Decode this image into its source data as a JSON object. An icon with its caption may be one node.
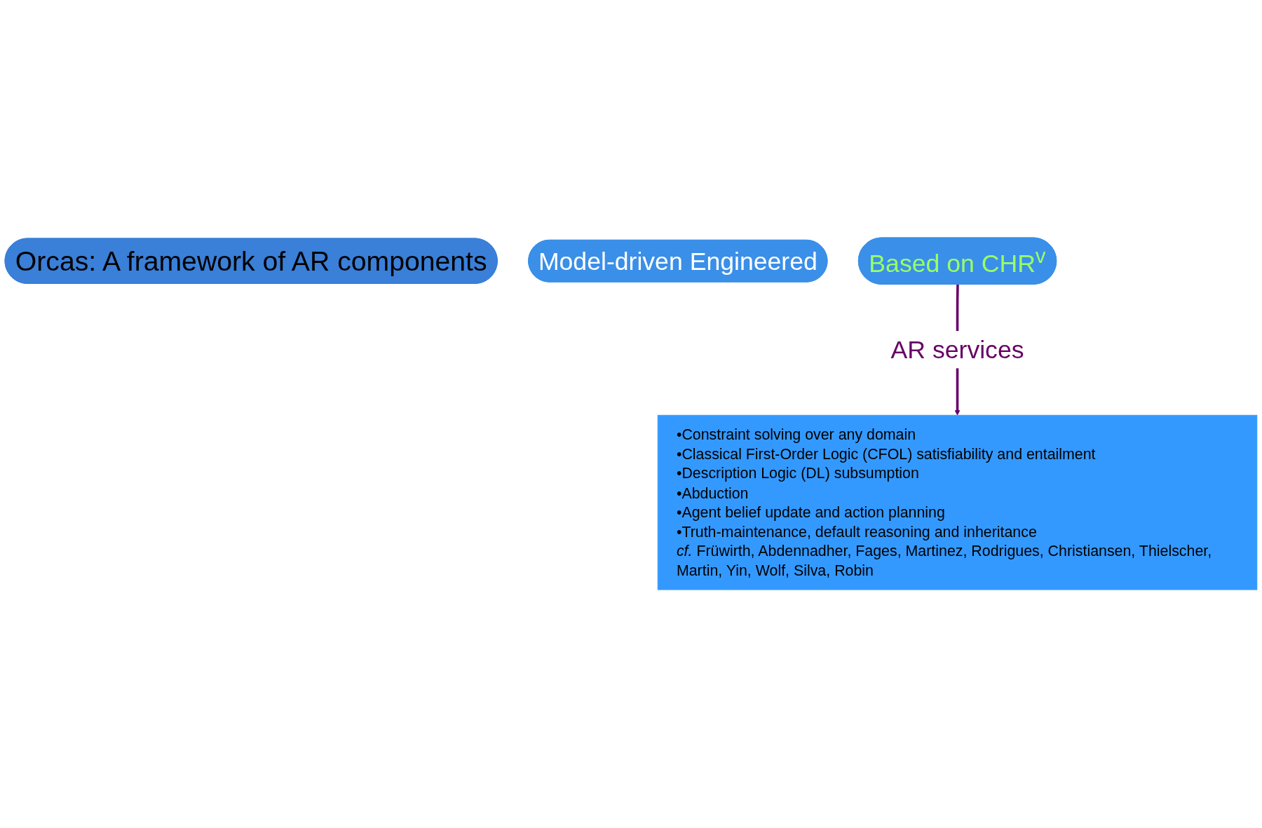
{
  "diagram": {
    "nodes": [
      {
        "text": [
          "Orcas: A framework of AR components"
        ]
      },
      {
        "text": [
          "Model-driven Engineered"
        ]
      },
      {
        "text": [
          "Based on CHR$^{v}$"
        ]
      },
      {
        "text": [
          "•Constraint solving over any domain",
          "•Classical First-Order Logic (CFOL) satisfiability and entailment",
          "•Description Logic (DL) subsumption",
          "•Abduction",
          "•Agent belief update and action planning",
          "•Truth-maintenance, default reasoning and inheritance",
          "*cf.* Früwirth, Abdennadher, Fages, Martinez, Rodrigues, Christiansen, Thielscher, Martin, Yin, Wolf, Silva, Robin"
        ]
      }
    ],
    "edges": [
      {
        "from": 2,
        "to": 3,
        "arrow": "to",
        "label": "AR services",
        "color": "#660066"
      }
    ]
  }
}
